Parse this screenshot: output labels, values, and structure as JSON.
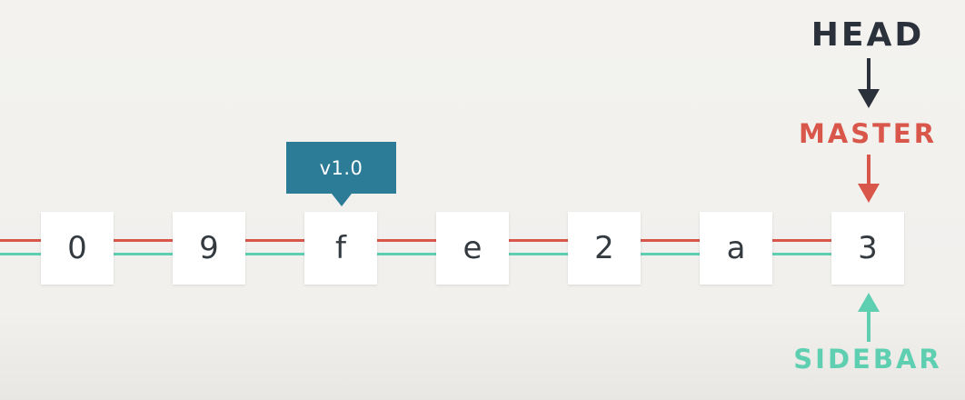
{
  "branches": [
    {
      "name": "MASTER",
      "color": "#d9564a"
    },
    {
      "name": "SIDEBAR",
      "color": "#5fcfb2"
    }
  ],
  "commits": [
    "0",
    "9",
    "f",
    "e",
    "2",
    "a",
    "3"
  ],
  "tag": {
    "label": "v1.0",
    "color": "#2c7c98"
  },
  "refs": {
    "head": "HEAD",
    "master": "MASTER",
    "sidebar": "SIDEBAR"
  },
  "colors": {
    "head": "#2b313b",
    "master": "#d9564a",
    "sidebar": "#5fcfb2",
    "background": "#f2f1ee",
    "commit_box": "#ffffff"
  }
}
